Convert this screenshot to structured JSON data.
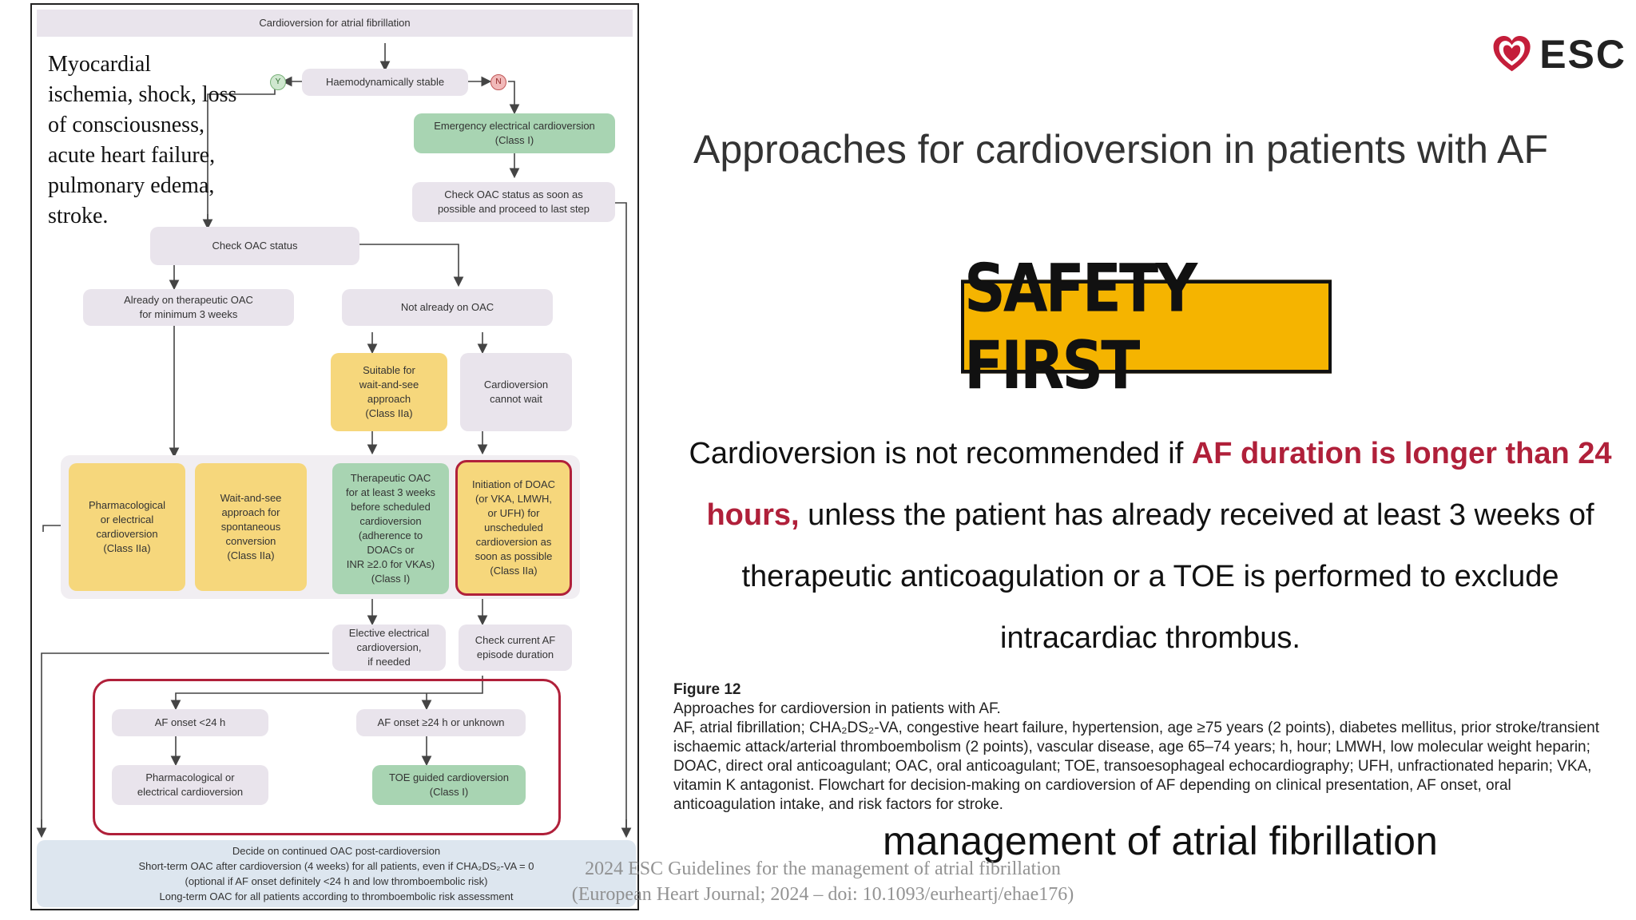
{
  "flowchart": {
    "header": "Cardioversion for atrial fibrillation",
    "annotation": "Myocardial\nischemia, shock, loss\nof consciousness,\nacute heart failure,\npulmonary edema,\nstroke.",
    "yes_label": "Y",
    "no_label": "N",
    "haemo_stable": "Haemodynamically stable",
    "emergency": "Emergency electrical cardioversion\n(Class I)",
    "check_oac_asap": "Check OAC status as soon as\npossible and proceed to last step",
    "check_oac": "Check OAC status",
    "already_oac": "Already on therapeutic OAC\nfor minimum 3 weeks",
    "not_oac": "Not already on OAC",
    "suitable_wait": "Suitable for\nwait-and-see\napproach\n(Class IIa)",
    "cannot_wait": "Cardioversion\ncannot wait",
    "pharm_elec": "Pharmacological\nor electrical\ncardioversion\n(Class IIa)",
    "wait_see": "Wait-and-see\napproach for\nspontaneous\nconversion\n(Class IIa)",
    "therapeutic_oac": "Therapeutic OAC\nfor at least 3 weeks\nbefore scheduled\ncardioversion\n(adherence to\nDOACs or\nINR ≥2.0 for VKAs)\n(Class I)",
    "initiation_doac": "Initiation of DOAC\n(or VKA, LMWH,\nor UFH) for\nunscheduled\ncardioversion as\nsoon as possible\n(Class IIa)",
    "elective": "Elective electrical\ncardioversion,\nif needed",
    "check_af_duration": "Check current AF\nepisode duration",
    "af_lt24": "AF onset <24 h",
    "af_ge24": "AF onset ≥24 h or unknown",
    "pharm_elec2": "Pharmacological or\nelectrical cardioversion",
    "toe_guided": "TOE guided cardioversion\n(Class I)",
    "decide": "Decide on continued OAC post-cardioversion\nShort-term OAC after cardioversion (4 weeks) for all patients, even if CHA₂DS₂-VA = 0\n(optional if AF onset definitely <24 h and low thromboembolic risk)\nLong-term OAC for all patients according to thromboembolic risk assessment"
  },
  "logo": {
    "text": "ESC",
    "icon": "heart-icon",
    "color": "#c41e3a"
  },
  "title": "Approaches for cardioversion in patients with AF",
  "banner": "SAFETY FIRST",
  "statement": {
    "part1": "Cardioversion is not recommended if ",
    "highlight": "AF duration is longer than 24 hours,",
    "part2": " unless the patient has already received at least 3 weeks of therapeutic anticoagulation or a TOE is performed to exclude intracardiac thrombus."
  },
  "caption": {
    "figure": "Figure 12",
    "line1": "Approaches for cardioversion in patients with AF.",
    "abbrev": "AF, atrial fibrillation; CHA₂DS₂-VA, congestive heart failure, hypertension, age ≥75 years (2 points), diabetes mellitus, prior stroke/transient ischaemic attack/arterial thromboembolism (2 points), vascular disease, age 65–74 years; h, hour; LMWH, low molecular weight heparin; DOAC, direct oral anticoagulant; OAC, oral anticoagulant; TOE, transoesophageal echocardiography; UFH, unfractionated heparin; VKA, vitamin K antagonist. Flowchart for decision-making on cardioversion of AF depending on clinical presentation, AF onset, oral anticoagulation intake, and risk factors for stroke."
  },
  "management_text": "management of atrial fibrillation",
  "source": {
    "line1": "2024 ESC Guidelines for the management of atrial fibrillation",
    "line2": "(European Heart Journal; 2024 – doi: 10.1093/eurheartj/ehae176)"
  },
  "colors": {
    "accent_red": "#b0203a",
    "banner_yellow": "#f5b400",
    "node_green": "#a8d4b2",
    "node_yellow": "#f6d77c",
    "node_grey": "#e9e4ec"
  }
}
